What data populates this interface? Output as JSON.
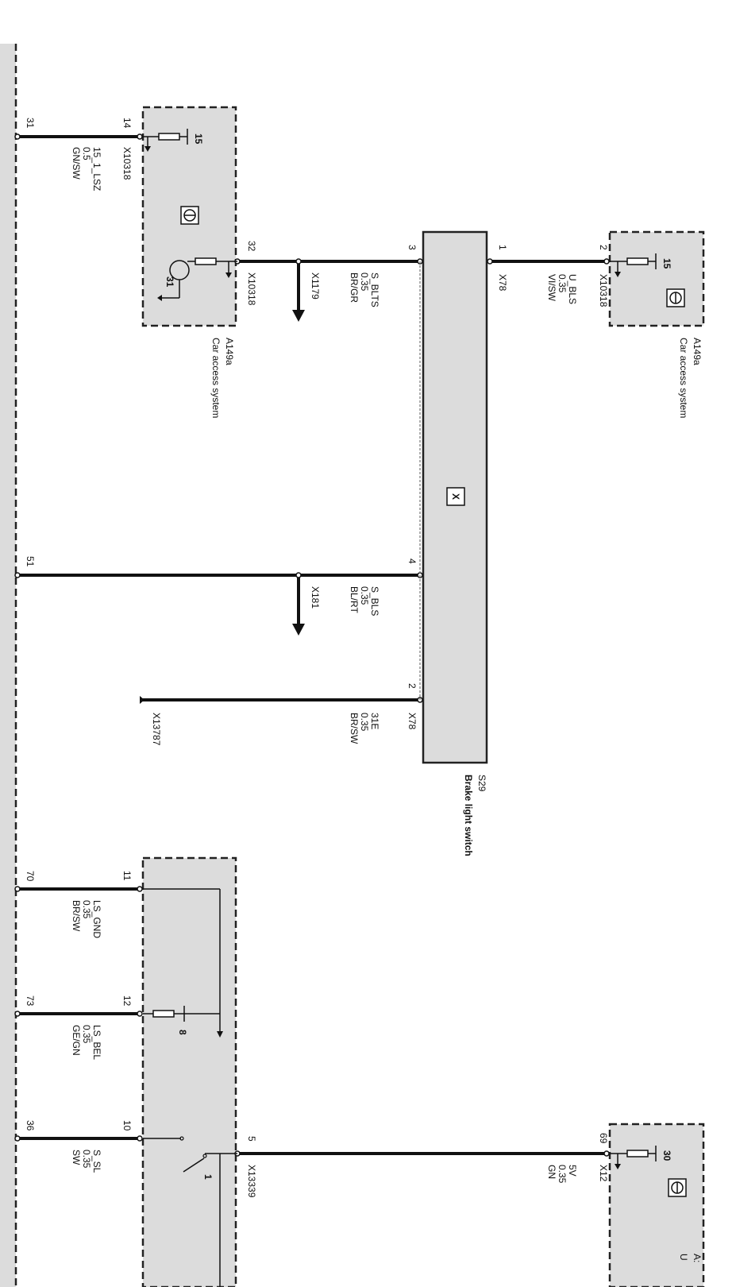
{
  "modules": {
    "cas_left": {
      "code": "A149a",
      "name": "Car access system"
    },
    "cas_right": {
      "code": "A149a",
      "name": "Car access system"
    },
    "brake_switch": {
      "code": "S29",
      "name": "Brake light switch"
    },
    "bottom_right": {
      "code": "A:",
      "name": "U"
    }
  },
  "wires": {
    "w15_1_lsz": {
      "pin_left": "31",
      "pin_right": "14",
      "connector": "X10318",
      "signal": "15_1_LSZ",
      "size": "0.5",
      "color": "GN/SW"
    },
    "s_blts": {
      "pin_left": "32",
      "connector_left": "X10318",
      "pin_right": "3",
      "branch": "X1179",
      "signal": "S_BLTS",
      "size": "0.35",
      "color": "BR/GR"
    },
    "u_bls": {
      "pin_left": "1",
      "connector_left": "X78",
      "pin_right": "2",
      "connector_right": "X10318",
      "signal": "U_BLS",
      "size": "0.35",
      "color": "VI/SW"
    },
    "s_bls": {
      "pin_left": "51",
      "pin_right": "4",
      "branch": "X181",
      "signal": "S_BLS",
      "size": "0.35",
      "color": "BL/RT"
    },
    "e31": {
      "pin": "2",
      "connector": "X78",
      "ground": "X13787",
      "signal": "31E",
      "size": "0.35",
      "color": "BR/SW"
    },
    "ls_gnd": {
      "pin_left": "70",
      "pin_right": "11",
      "signal": "LS_GND",
      "size": "0.35",
      "color": "BR/SW"
    },
    "ls_bel": {
      "pin_left": "73",
      "pin_right": "12",
      "signal": "LS_BEL",
      "size": "0.35",
      "color": "GE/GN"
    },
    "s_sl": {
      "pin_left": "36",
      "pin_right": "10",
      "signal": "S_SL",
      "size": "0.35",
      "color": "SW"
    },
    "v5": {
      "pin_left": "5",
      "connector_left": "X13339",
      "pin_right": "69",
      "connector_right": "X12",
      "signal": "5V",
      "size": "0.35",
      "color": "GN"
    }
  },
  "internal": {
    "supply_15_a": "15",
    "supply_31": "31",
    "supply_15_b": "15",
    "supply_30": "30",
    "lamp_8": "8",
    "switch_1": "1",
    "module_x": "X"
  }
}
